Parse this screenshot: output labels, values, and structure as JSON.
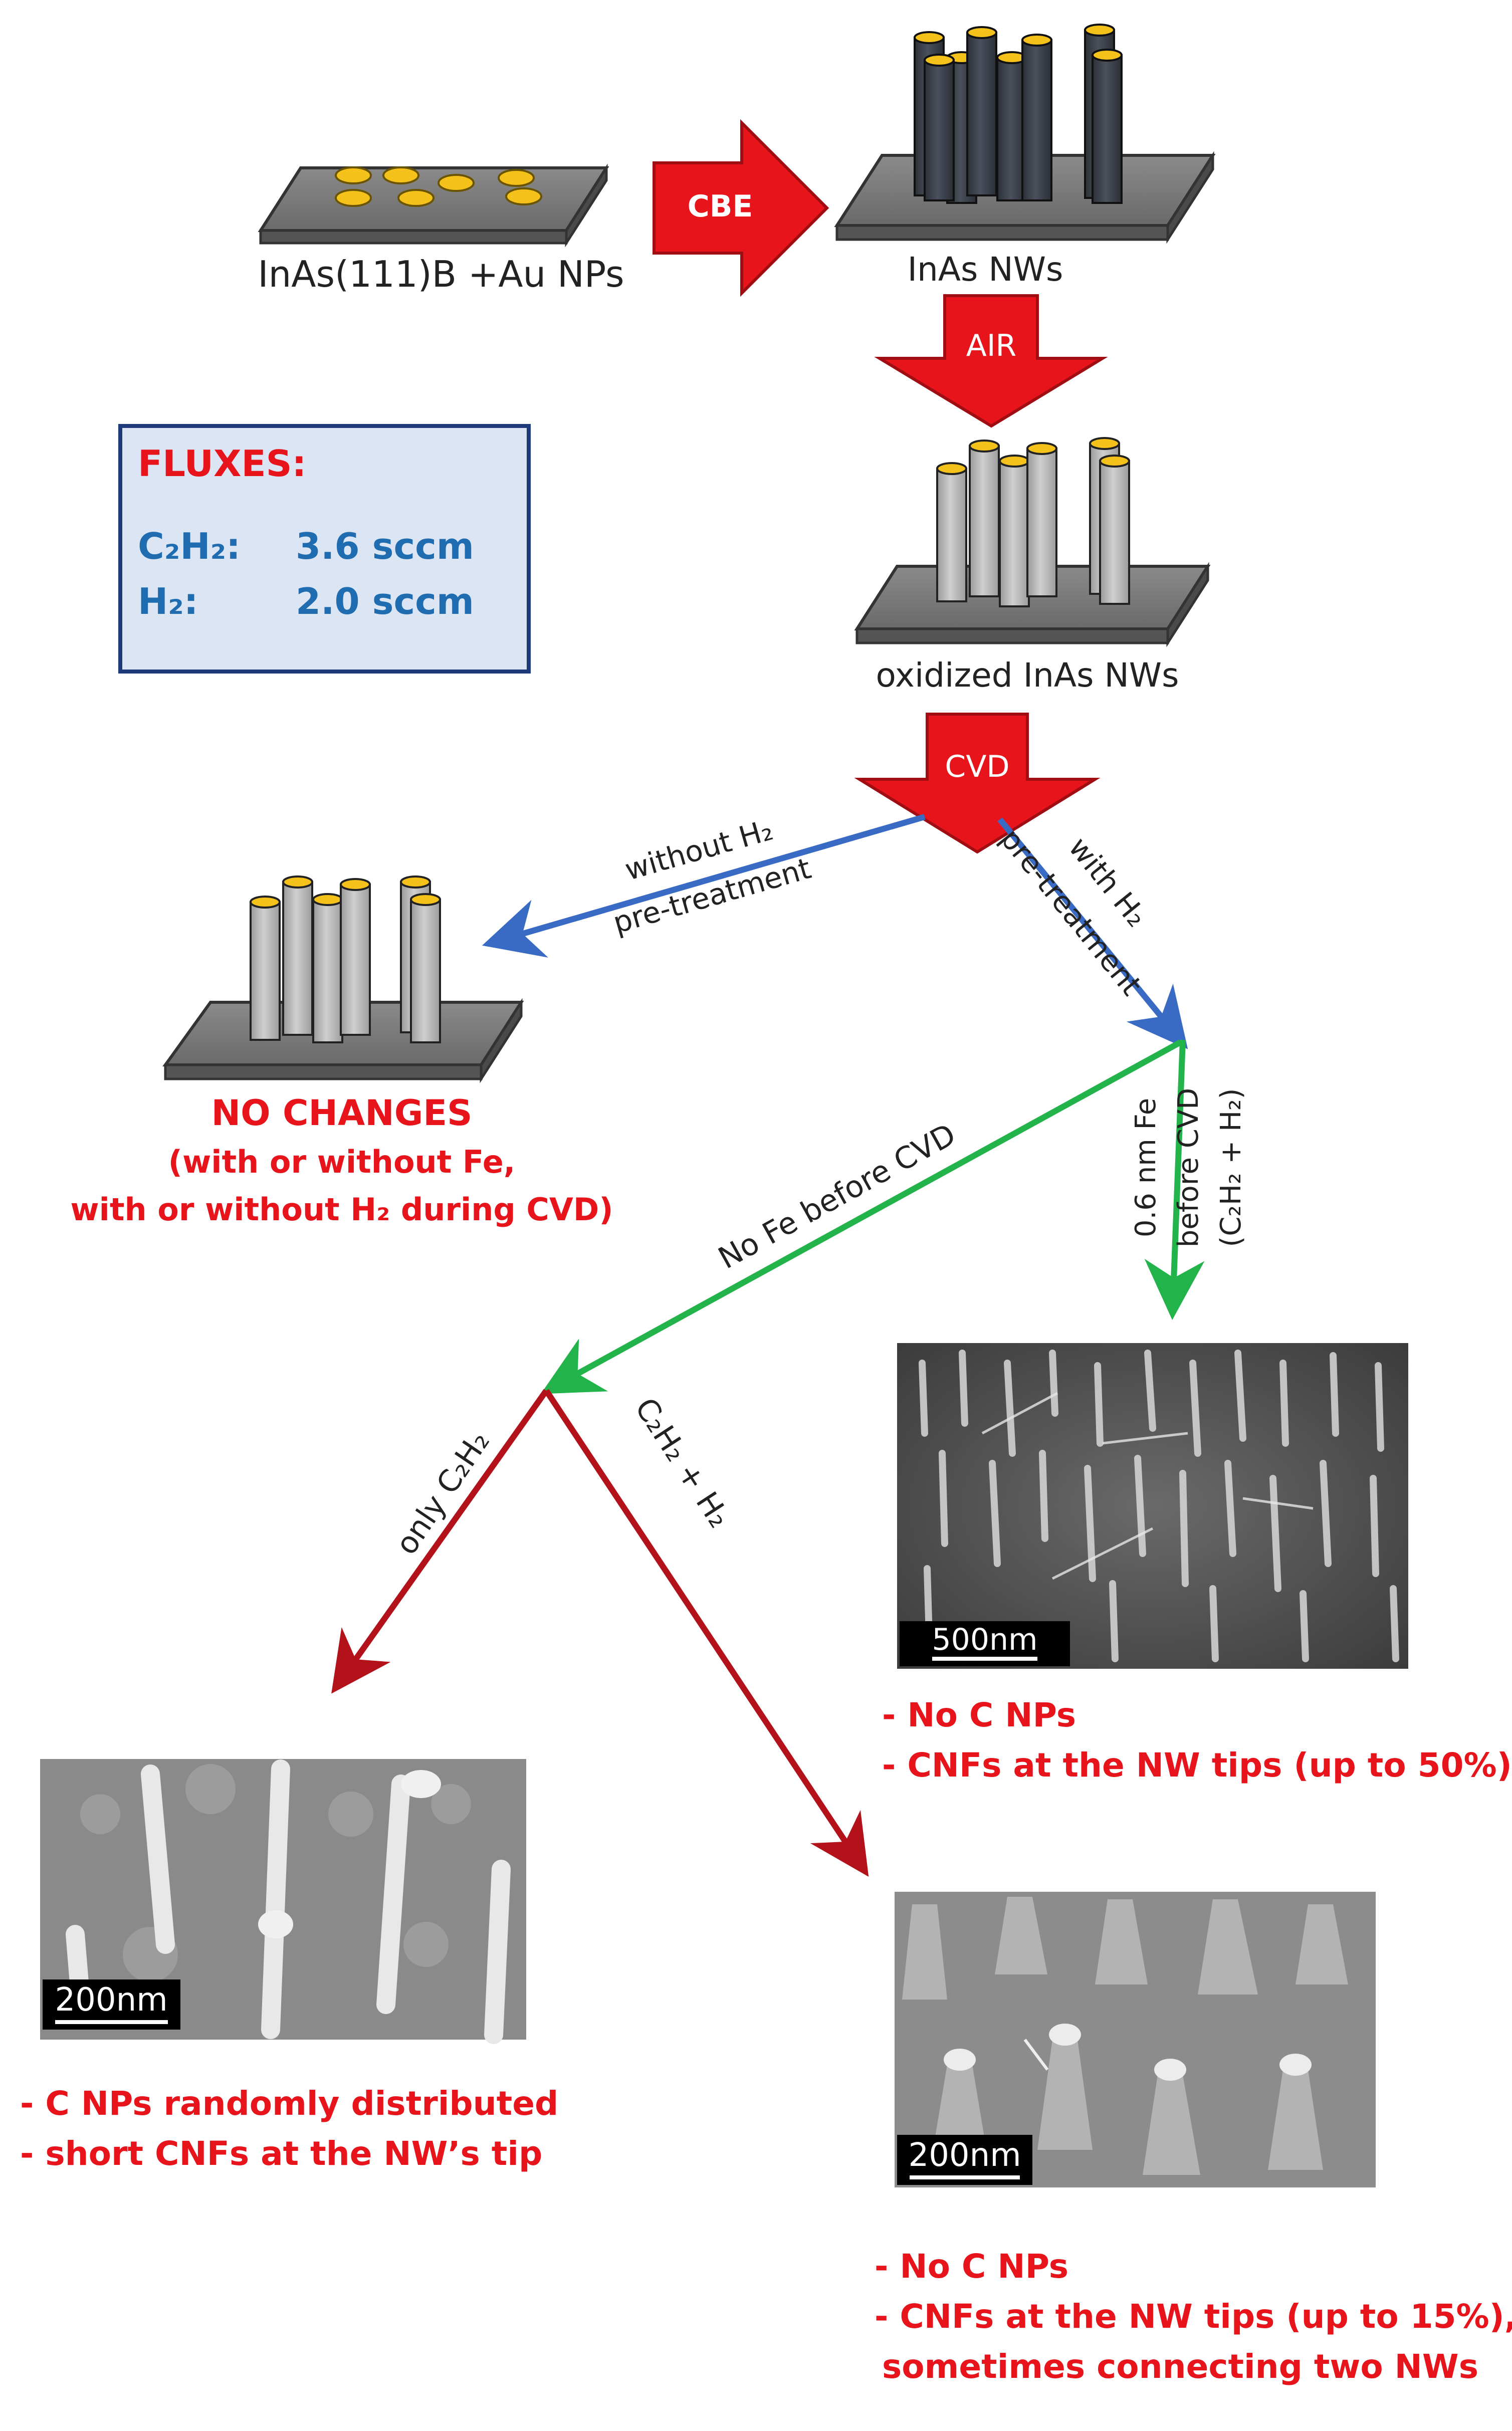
{
  "start": {
    "label": "InAs(111)B +Au NPs"
  },
  "step_cbe": {
    "arrow_label": "CBE",
    "result_label": "InAs NWs"
  },
  "step_air": {
    "arrow_label": "AIR",
    "result_label": "oxidized InAs NWs"
  },
  "step_cvd": {
    "arrow_label": "CVD"
  },
  "fluxes": {
    "title": "FLUXES:",
    "rows": [
      {
        "species": "C₂H₂:",
        "value": "3.6 sccm"
      },
      {
        "species": "H₂:",
        "value": "2.0 sccm"
      }
    ]
  },
  "branch_without_h2": {
    "line1": "without H₂",
    "line2": "pre-treatment",
    "result_title": "NO CHANGES",
    "result_line2": "(with or without Fe,",
    "result_line3": "with or without H₂ during CVD)"
  },
  "branch_with_h2": {
    "line1": "with H₂",
    "line2": "pre-treatment"
  },
  "branch_fe": {
    "line1": "0.6 nm Fe",
    "line2": "before CVD",
    "line3": "(C₂H₂ + H₂)",
    "scale_label": "500nm",
    "result_line1": "- No C NPs",
    "result_line2": "- CNFs at the NW tips (up to 50%)"
  },
  "branch_no_fe": {
    "label": "No Fe before CVD"
  },
  "branch_only_c2h2": {
    "label": "only C₂H₂",
    "scale_label": "200nm",
    "result_line1": "- C NPs randomly distributed",
    "result_line2": "- short CNFs at the NW’s tip"
  },
  "branch_c2h2_h2": {
    "label": "C₂H₂ + H₂",
    "scale_label": "200nm",
    "result_line1": "- No C NPs",
    "result_line2": "- CNFs at the NW tips (up to 15%),",
    "result_line3": "sometimes connecting two NWs"
  },
  "colors": {
    "process_arrow": "#e8141b",
    "branch_blue": "#3a6bc4",
    "branch_green": "#22b34a",
    "branch_red": "#b3121a",
    "result_text": "#e8141b",
    "flux_text": "#1f6db0",
    "flux_box_fill": "#dbe5f3",
    "substrate_gray": "#777777",
    "nanowire_dark": "#3a3f4a",
    "nanowire_oxidized": "#b4b4b4",
    "au_particle": "#f4c21a"
  }
}
